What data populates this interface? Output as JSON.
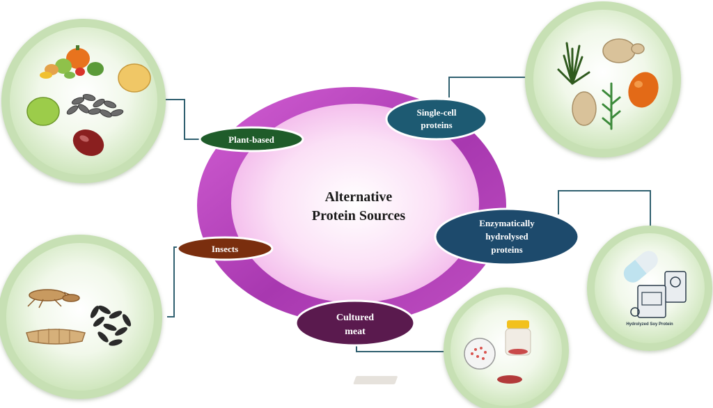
{
  "center": {
    "line1": "Alternative",
    "line2": "Protein Sources"
  },
  "nodes": [
    {
      "id": "plant",
      "label_lines": [
        "Plant-based"
      ],
      "color": "#1f5c2a"
    },
    {
      "id": "single",
      "label_lines": [
        "Single-cell",
        "proteins"
      ],
      "color": "#1d5a72"
    },
    {
      "id": "enzymatic",
      "label_lines": [
        "Enzymatically",
        "hydrolysed",
        "proteins"
      ],
      "color": "#1d4a6c"
    },
    {
      "id": "cultured",
      "label_lines": [
        "Cultured",
        "meat"
      ],
      "color": "#5a1a4e"
    },
    {
      "id": "insects",
      "label_lines": [
        "Insects"
      ],
      "color": "#7a2e0e"
    }
  ],
  "package_label": "Hydrolyzed Soy Protein",
  "colors": {
    "ring_outer": "#c04fc2",
    "ring_inner": "#f6c6ef",
    "circle_fill": "#dff0d3",
    "connector": "#2f5f6f"
  },
  "icons": [
    "vegetables-icon",
    "beans-icon",
    "sunflower-seeds-icon",
    "seaweed-icon",
    "potato-icon",
    "capsule-icon",
    "protein-package-icon",
    "petri-dish-icon",
    "jar-icon",
    "meat-slice-icon",
    "grasshopper-icon",
    "larva-icon",
    "dried-insects-icon"
  ]
}
